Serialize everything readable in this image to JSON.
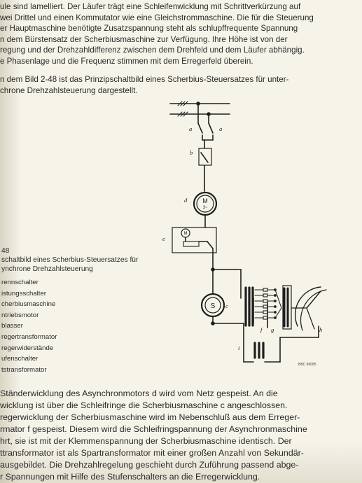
{
  "top_paragraph": [
    "ule sind lamelliert. Der Läufer trägt eine Schleifenwicklung mit Schrittverkürzung auf",
    "wei Drittel und einen Kommutator wie eine Gleichstrommaschine. Die für die Steuerung",
    "er Hauptmaschine benötigte Zusatzspannung steht als schlupffrequente Spannung",
    "n dem Bürstensatz der Scherbiusmaschine zur Verfügung. Ihre Höhe ist von der",
    "regung und der Drehzahldifferenz zwischen dem Drehfeld und dem Läufer abhängig.",
    "e Phasenlage und die Frequenz stimmen mit dem Erregerfeld überein."
  ],
  "intro_paragraph": [
    "n dem Bild 2-48 ist das Prinzipschaltbild eines Scherbius-Steuersatzes für unter-",
    "chrone Drehzahlsteuerung dargestellt."
  ],
  "caption": [
    "48",
    "schaltbild eines Scherbius-Steuersatzes für",
    "ynchrone Drehzahlsteuerung"
  ],
  "legend": [
    "rennschalter",
    "istungsschalter",
    "cherbiusmaschine",
    "ntriebsmotor",
    "blasser",
    "regertransformator",
    "regerwiderstände",
    "ufenschalter",
    "tstransformator"
  ],
  "diagram": {
    "labels": {
      "a1": "a",
      "a2": "a",
      "b": "b",
      "d": "d",
      "e": "e",
      "c": "c",
      "f": "f",
      "g": "g",
      "h": "h",
      "i": "i"
    },
    "motor_d": "M\n3~",
    "machine_c": "S",
    "blower_motor": "M",
    "reference": "BBC 86085"
  },
  "bottom_paragraph": [
    "Ständerwicklung des Asynchronmotors d wird vom Netz gespeist. An die",
    "wicklung ist über die Schleifringe die Scherbiusmaschine c angeschlossen.",
    "regerwicklung der Scherbiusmaschine wird im Nebenschluß aus dem Erreger-",
    "rmator f gespeist. Diesem wird die Schleifringspannung der Asynchronmaschine",
    "hrt, sie ist mit der Klemmenspannung der Scherbiusmaschine identisch. Der",
    "ttransformator ist als Spartransformator mit einer großen Anzahl von Sekundär-",
    "ausgebildet. Die Drehzahlregelung geschieht durch Zuführung passend abge-",
    "r Spannungen mit Hilfe des Stufenschalters an die Erregerwicklung."
  ]
}
